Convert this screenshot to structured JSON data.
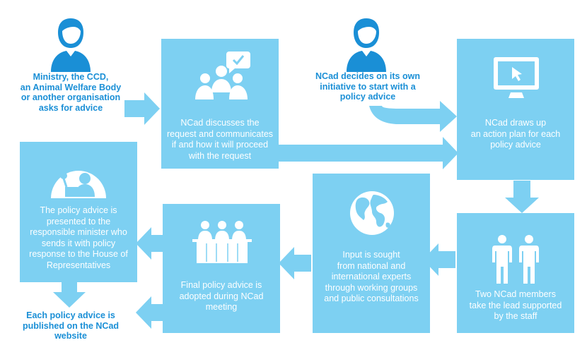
{
  "colors": {
    "box": "#7dd0f2",
    "arrow": "#7dd0f2",
    "actor": "#1a8fd6",
    "white": "#ffffff"
  },
  "actors": {
    "ministry": {
      "icon": "person-icon",
      "text": "Ministry, the CCD,\nan Animal Welfare Body\nor another organisation\nasks for advice"
    },
    "ncad_own": {
      "icon": "person-icon",
      "text": "NCad decides on its own\ninitiative to start with a\npolicy advice"
    },
    "published": {
      "text": "Each policy advice is\npublished on the NCad\nwebsite"
    }
  },
  "boxes": {
    "discuss": {
      "icon": "meeting-chat-icon",
      "text": "NCad discusses the\nrequest and communicates\nif and how it will proceed\nwith the request"
    },
    "action_plan": {
      "icon": "monitor-icon",
      "text": "NCad draws up\nan action plan for each\npolicy advice"
    },
    "presented": {
      "icon": "speaker-podium-icon",
      "text": "The policy advice is\npresented to the\nresponsible minister who\nsends it with policy\nresponse to the House of\nRepresentatives"
    },
    "final": {
      "icon": "committee-table-icon",
      "text": "Final policy advice is\nadopted during NCad\nmeeting"
    },
    "input": {
      "icon": "globe-icon",
      "text": "Input is sought\nfrom national and\ninternational experts\nthrough working groups\nand public consultations"
    },
    "two_members": {
      "icon": "two-people-icon",
      "text": "Two NCad members\ntake the lead supported\nby the staff"
    }
  }
}
